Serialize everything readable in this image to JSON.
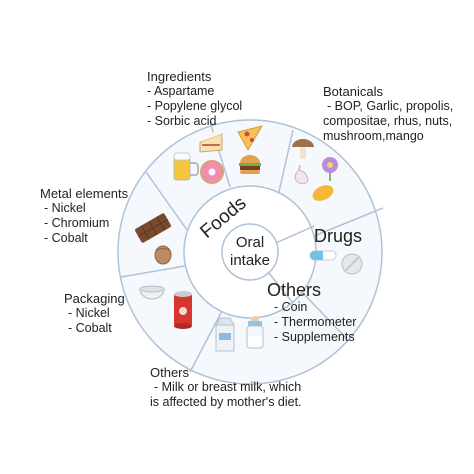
{
  "center": {
    "line1": "Oral",
    "line2": "intake"
  },
  "inner_ring": {
    "foods": "Foods",
    "drugs": "Drugs",
    "others": "Others"
  },
  "labels": {
    "ingredients": {
      "title": "Ingredients",
      "items": [
        "- Aspartame",
        "- Popylene glycol",
        "- Sorbic acid"
      ]
    },
    "botanicals": {
      "title": "Botanicals",
      "items": [
        "- BOP, Garlic, propolis,",
        "compositae, rhus, nuts,",
        "mushroom,mango"
      ]
    },
    "metal_elements": {
      "title": "Metal elements",
      "items": [
        "- Nickel",
        "- Chromium",
        "- Cobalt"
      ]
    },
    "packaging": {
      "title": "Packaging",
      "items": [
        "- Nickel",
        "- Cobalt"
      ]
    },
    "others_bottom": {
      "title": "Others",
      "items": [
        "- Milk or breast milk, which",
        "is affected by mother's diet."
      ]
    },
    "others_right": {
      "items": [
        "- Coin",
        "- Thermometer",
        "- Supplements"
      ]
    }
  },
  "icons": [
    "beer-mug-icon",
    "cake-slice-icon",
    "pizza-slice-icon",
    "donut-icon",
    "burger-icon",
    "mushroom-icon",
    "garlic-icon",
    "flower-icon",
    "mango-icon",
    "chocolate-bar-icon",
    "nut-icon",
    "capsule-icon",
    "tablet-icon",
    "bowl-icon",
    "tin-can-icon",
    "milk-carton-icon",
    "baby-bottle-icon"
  ],
  "colors": {
    "ring_stroke": "#aec3d8",
    "ring_fill": "#f4f8fc"
  }
}
